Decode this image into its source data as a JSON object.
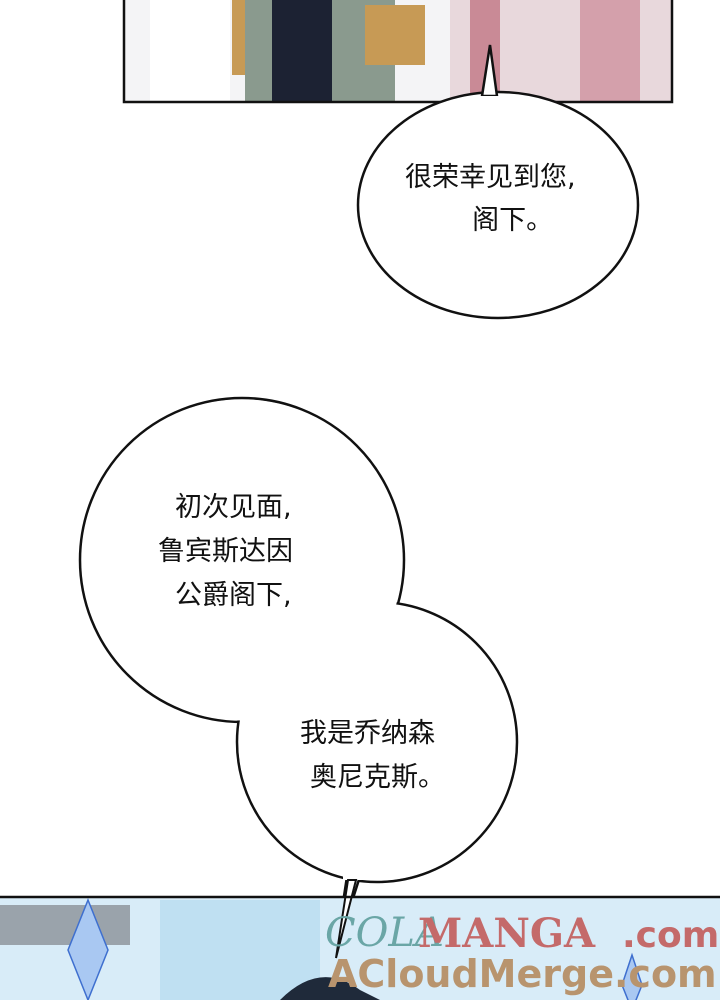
{
  "bubbles": [
    {
      "lines": [
        "很荣幸见到您,",
        "  阁下。"
      ]
    },
    {
      "lines": [
        "初次见面,",
        "鲁宾斯达因",
        "公爵阁下,"
      ]
    },
    {
      "lines": [
        "我是乔纳森",
        "奥尼克斯。"
      ]
    }
  ],
  "watermark": {
    "line1a": "COLA",
    "line1b": "MANGA",
    "line1c": ".com",
    "line2": "ACloudMerge.com"
  },
  "colors": {
    "panel_border": "#111111",
    "jacket": "#8a9a8e",
    "sleeve": "#c79a55",
    "dress": "#c98a96",
    "sky": "#cfe6f5",
    "sparkle": "#6a9ee0"
  }
}
